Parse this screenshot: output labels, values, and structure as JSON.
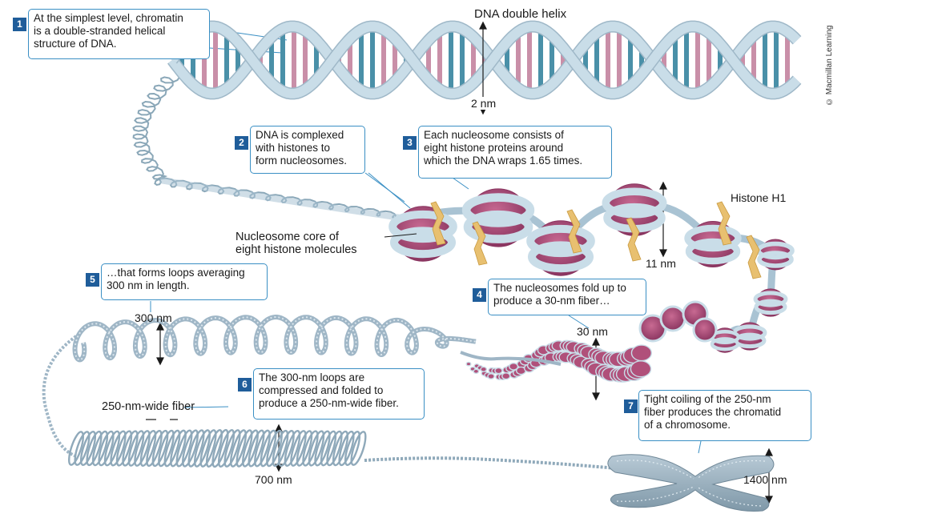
{
  "credit": "© Macmillan Learning",
  "labels": {
    "dna_double_helix": "DNA double helix",
    "two_nm": "2 nm",
    "histone_h1": "Histone H1",
    "eleven_nm": "11 nm",
    "nucleosome_core": "Nucleosome core of\neight histone molecules",
    "three_hundred_nm": "300 nm",
    "thirty_nm": "30 nm",
    "fiber_250": "250-nm-wide fiber",
    "seven_hundred_nm": "700 nm",
    "fourteen_hundred_nm": "1400 nm"
  },
  "steps": [
    {
      "num": "1",
      "text": "At the simplest level, chromatin\nis a double-stranded helical\nstructure of DNA."
    },
    {
      "num": "2",
      "text": "DNA is complexed\nwith histones to\nform nucleosomes."
    },
    {
      "num": "3",
      "text": "Each nucleosome consists of\neight histone proteins around\nwhich the DNA wraps 1.65 times."
    },
    {
      "num": "4",
      "text": "The nucleosomes fold up to\nproduce a 30-nm fiber…"
    },
    {
      "num": "5",
      "text": "…that forms loops averaging\n300 nm in length."
    },
    {
      "num": "6",
      "text": "The 300-nm loops are\ncompressed and folded to\nproduce a 250-nm-wide fiber."
    },
    {
      "num": "7",
      "text": "Tight coiling of the 250-nm\nfiber produces the chromatid\nof a chromosome."
    }
  ],
  "colors": {
    "backbone": "#c9dde8",
    "backbone_edge": "#9fb8c8",
    "rung_teal": "#4a90a8",
    "rung_pink": "#c98fa8",
    "histone": "#b0507a",
    "histone_dark": "#8a3560",
    "linker": "#a9c3d3",
    "h1": "#e8c070",
    "callout_border": "#3a8fc4",
    "number_box": "#1f5d9a",
    "chromosome": "#9fb4c2"
  }
}
